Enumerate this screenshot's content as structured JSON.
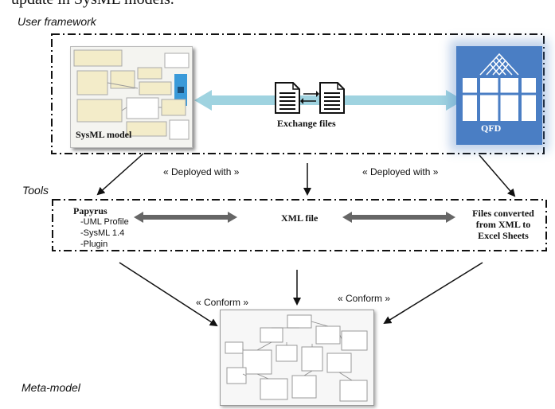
{
  "top_clipped_text": "update in SysML models.",
  "frames": {
    "user_framework": "User framework",
    "tools": "Tools",
    "meta_model": "Meta-model"
  },
  "user_framework": {
    "sysml_label": "SysML model",
    "exchange_label": "Exchange files",
    "qfd_label": "QFD"
  },
  "deployed": {
    "left": "« Deployed with »",
    "right": "« Deployed with »"
  },
  "tools": {
    "papyrus_title": "Papyrus",
    "papyrus_items": [
      "-UML Profile",
      "-SysML 1.4",
      "-Plugin"
    ],
    "xml_label": "XML file",
    "files_label_lines": [
      "Files converted",
      "from XML to",
      "Excel Sheets"
    ]
  },
  "conform": {
    "left": "« Conform »",
    "right": "« Conform »"
  },
  "colors": {
    "exchange_arrow": "#9fd3e0",
    "tool_arrow": "#666666",
    "qfd_blue": "#4a7ec4"
  }
}
